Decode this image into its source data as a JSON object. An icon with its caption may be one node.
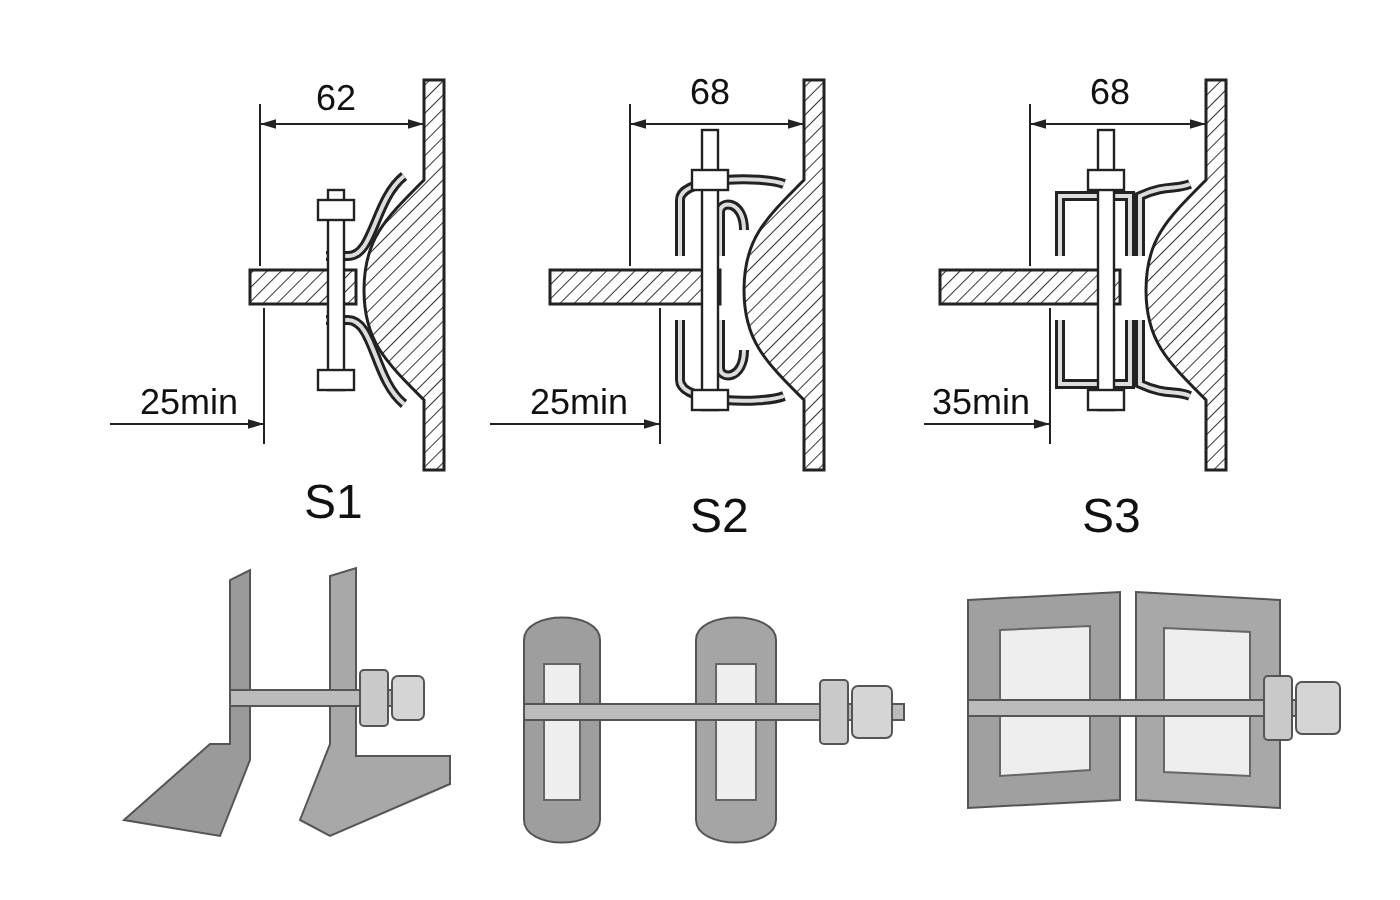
{
  "diagram": {
    "labels": [
      "62",
      "68",
      "68",
      "25min",
      "25min",
      "35min",
      "S1",
      "S2",
      "S3"
    ]
  }
}
